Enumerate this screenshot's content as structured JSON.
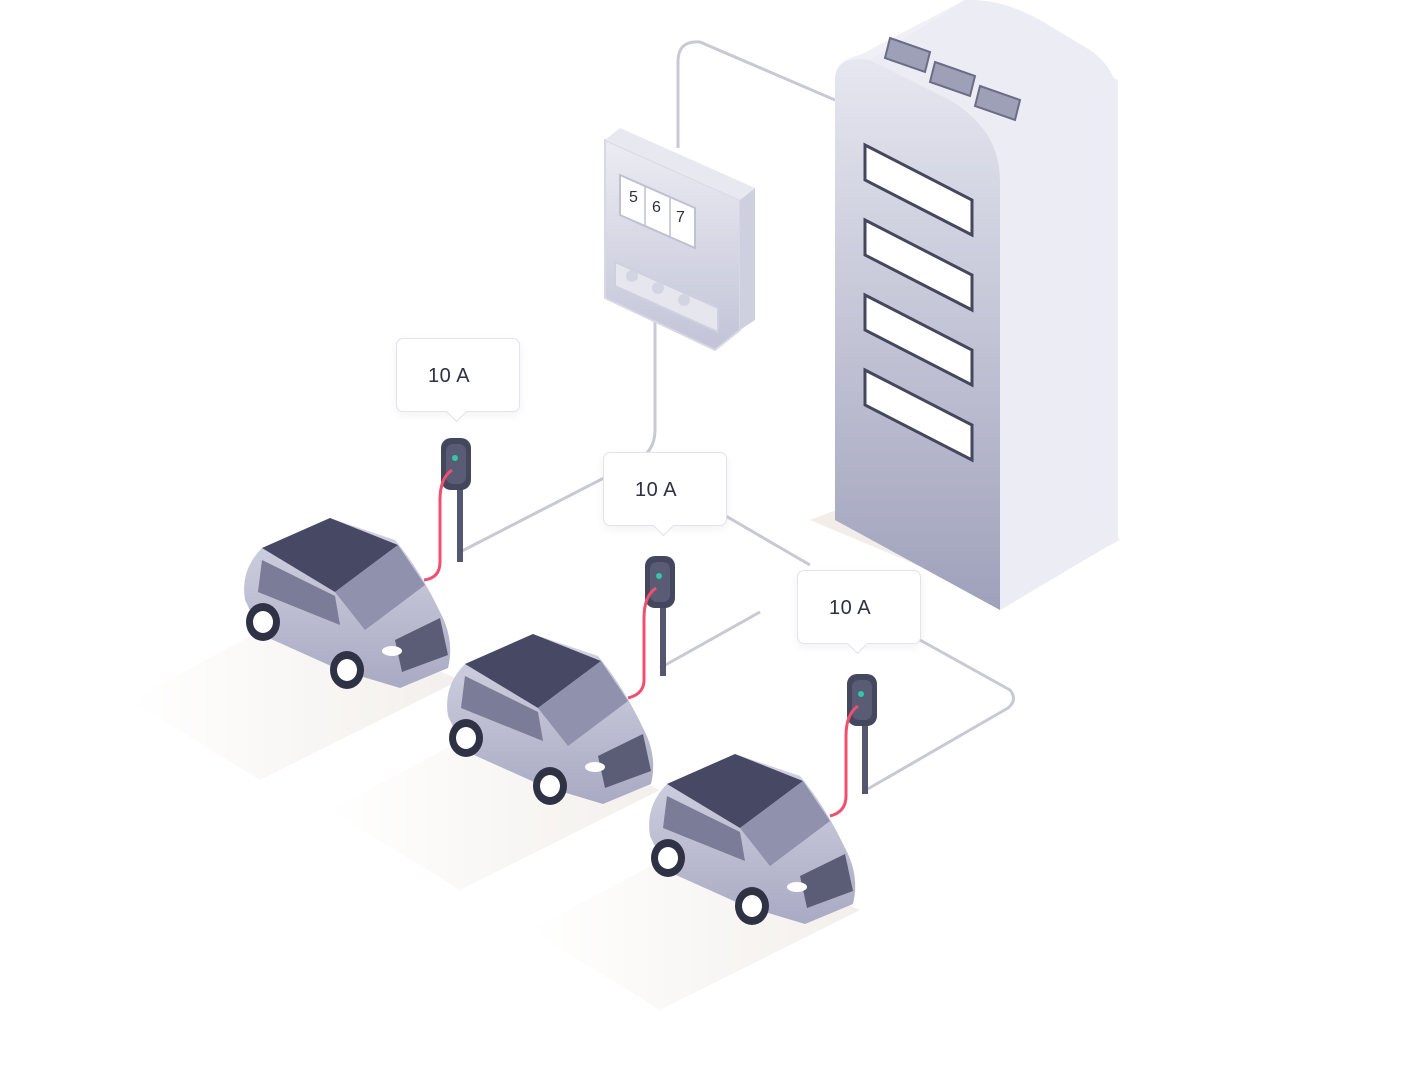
{
  "colors": {
    "wire": "#c9c9d6",
    "cable": "#f0506e",
    "building": "#dcdde9",
    "car_body": "#c4c5d8",
    "car_roof": "#474964",
    "led": "#33c7a8"
  },
  "meter": {
    "digits": [
      "5",
      "6",
      "7"
    ]
  },
  "chargers": [
    {
      "current": "10 A"
    },
    {
      "current": "10 A"
    },
    {
      "current": "10 A"
    }
  ],
  "icons": [
    "solar-panel-icon",
    "meter-icon",
    "charger-icon",
    "car-icon",
    "building-icon"
  ]
}
